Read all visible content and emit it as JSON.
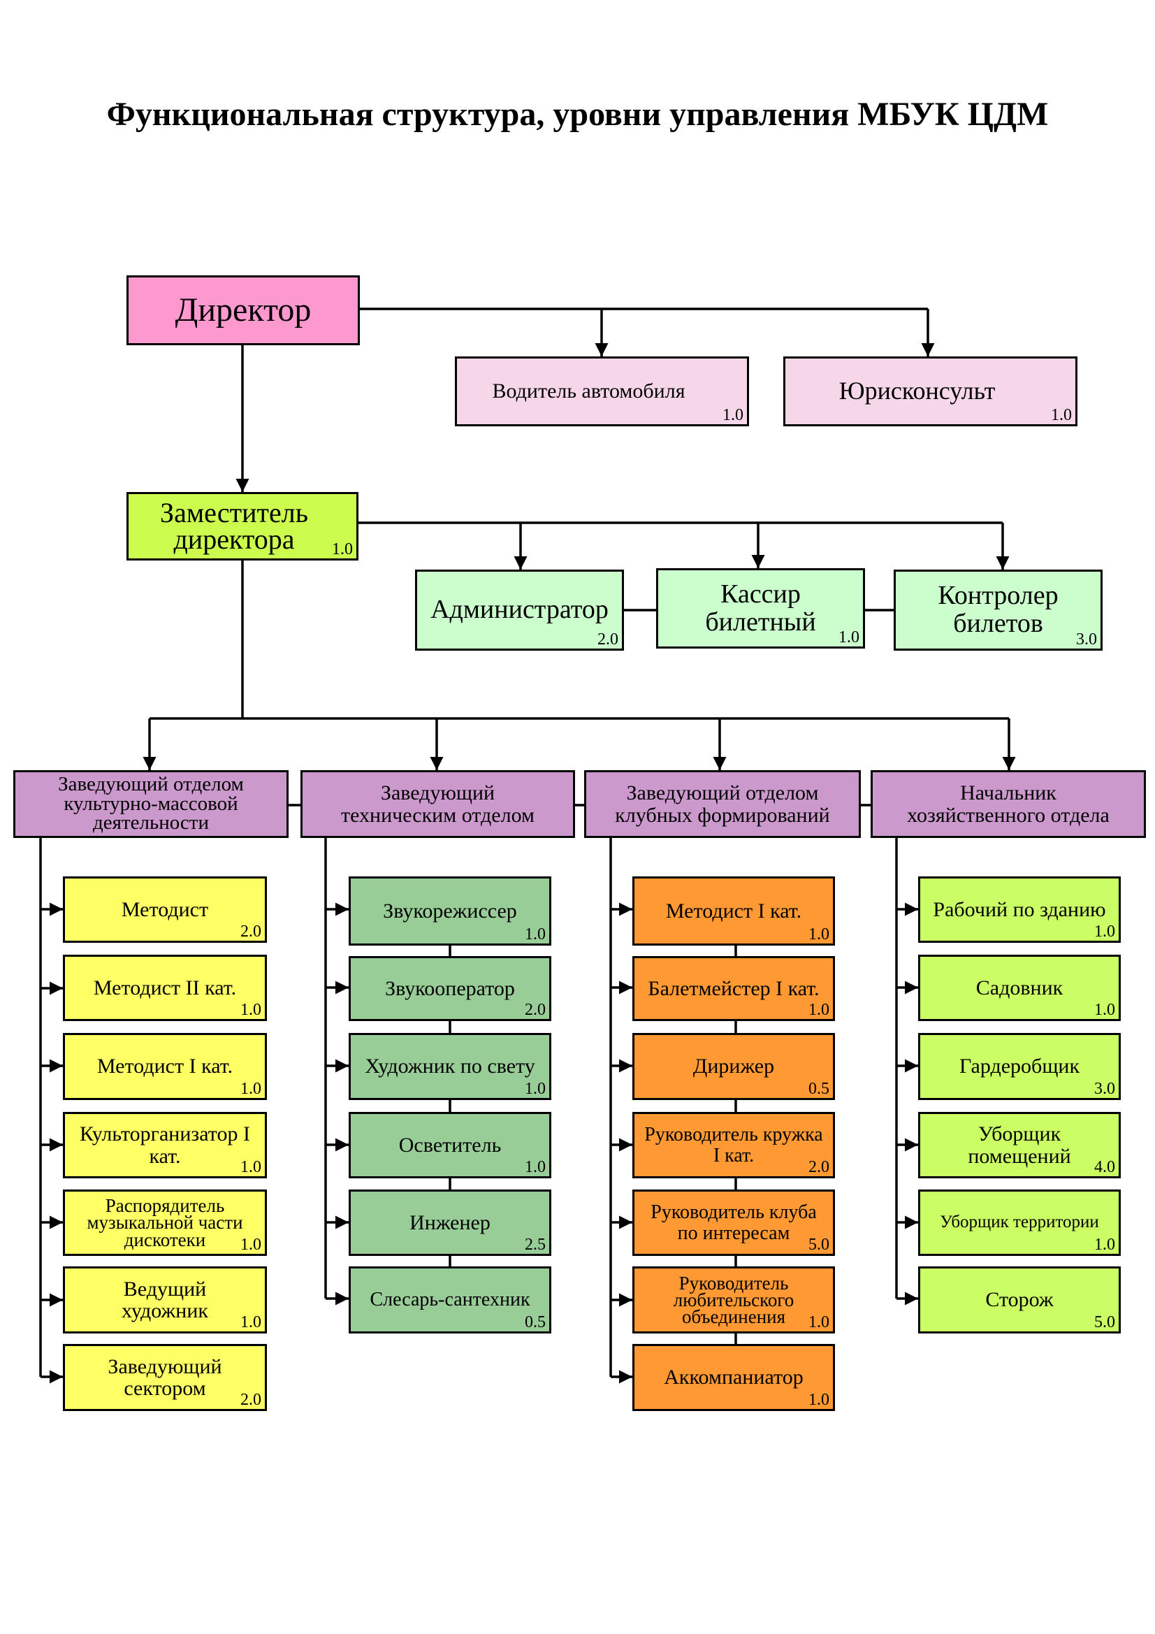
{
  "title": "Функциональная структура, уровни управления МБУК ЦДМ",
  "colors": {
    "director": "#fd99cf",
    "director_staff": "#f6d7ea",
    "deputy": "#ccfd4e",
    "deputy_staff": "#cbfdcd",
    "department_head": "#cc99cd",
    "culture_staff": "#fefe65",
    "technical_staff": "#99cd98",
    "club_staff": "#fe9933",
    "household_staff": "#cbfe65"
  },
  "director": {
    "label": "Директор"
  },
  "director_staff": [
    {
      "label": "Водитель автомобиля",
      "rate": "1.0"
    },
    {
      "label": "Юрисконсульт",
      "rate": "1.0"
    }
  ],
  "deputy": {
    "label": "Заместитель директора",
    "rate": "1.0"
  },
  "deputy_staff": [
    {
      "label": "Администратор",
      "rate": "2.0"
    },
    {
      "label": "Кассир билетный",
      "rate": "1.0"
    },
    {
      "label": "Контролер билетов",
      "rate": "3.0"
    }
  ],
  "departments": [
    {
      "head": "Заведующий отделом культурно-массовой деятельности",
      "staff": [
        {
          "label": "Методист",
          "rate": "2.0"
        },
        {
          "label": "Методист II кат.",
          "rate": "1.0"
        },
        {
          "label": "Методист I кат.",
          "rate": "1.0"
        },
        {
          "label": "Культорганизатор I кат.",
          "rate": "1.0"
        },
        {
          "label": "Распорядитель музыкальной части дискотеки",
          "rate": "1.0"
        },
        {
          "label": "Ведущий художник",
          "rate": "1.0"
        },
        {
          "label": "Заведующий сектором",
          "rate": "2.0"
        }
      ]
    },
    {
      "head": "Заведующий техническим отделом",
      "staff": [
        {
          "label": "Звукорежиссер",
          "rate": "1.0"
        },
        {
          "label": "Звукооператор",
          "rate": "2.0"
        },
        {
          "label": "Художник по свету",
          "rate": "1.0"
        },
        {
          "label": "Осветитель",
          "rate": "1.0"
        },
        {
          "label": "Инженер",
          "rate": "2.5"
        },
        {
          "label": "Слесарь-сантехник",
          "rate": "0.5"
        }
      ]
    },
    {
      "head": "Заведующий отделом клубных формирований",
      "staff": [
        {
          "label": "Методист I кат.",
          "rate": "1.0"
        },
        {
          "label": "Балетмейстер I кат.",
          "rate": "1.0"
        },
        {
          "label": "Дирижер",
          "rate": "0.5"
        },
        {
          "label": "Руководитель кружка I кат.",
          "rate": "2.0"
        },
        {
          "label": "Руководитель клуба по интересам",
          "rate": "5.0"
        },
        {
          "label": "Руководитель любительского объединения",
          "rate": "1.0"
        },
        {
          "label": "Аккомпаниатор",
          "rate": "1.0"
        }
      ]
    },
    {
      "head": "Начальник хозяйственного отдела",
      "staff": [
        {
          "label": "Рабочий по зданию",
          "rate": "1.0"
        },
        {
          "label": "Садовник",
          "rate": "1.0"
        },
        {
          "label": "Гардеробщик",
          "rate": "3.0"
        },
        {
          "label": "Уборщик помещений",
          "rate": "4.0"
        },
        {
          "label": "Уборщик территории",
          "rate": "1.0"
        },
        {
          "label": "Сторож",
          "rate": "5.0"
        }
      ]
    }
  ]
}
